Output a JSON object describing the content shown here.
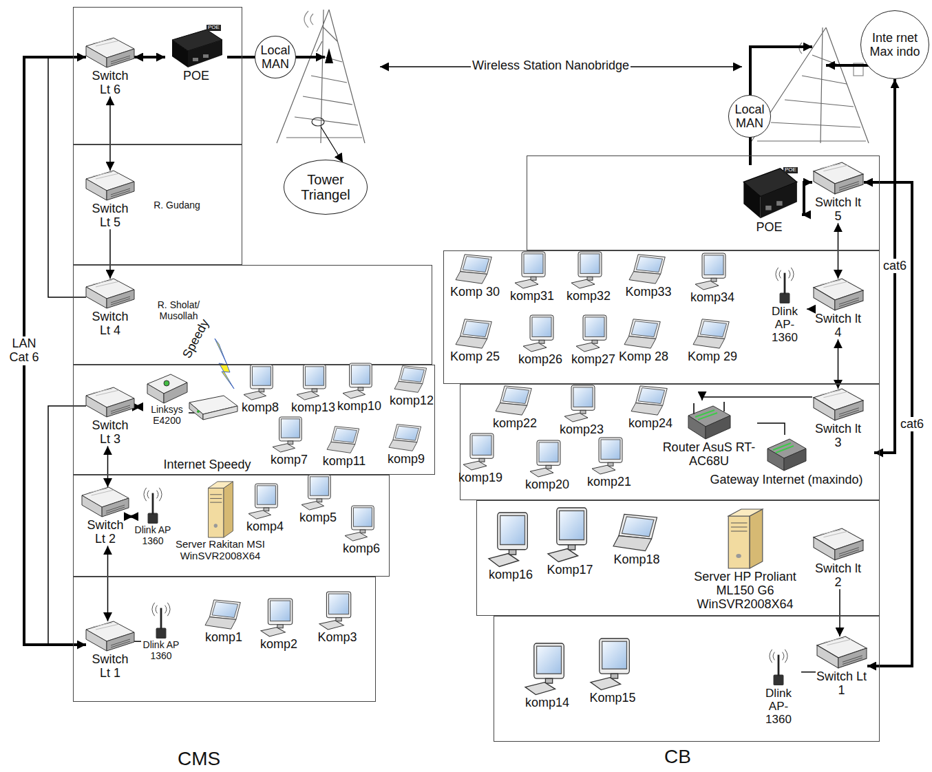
{
  "diagram": {
    "nodes": [
      {
        "text": []
      },
      {
        "text": [
          "Switch Lt 6"
        ],
        "in": 0
      },
      {
        "text": [
          "POE"
        ],
        "in": 0
      },
      {
        "text": [
          "Local MAN"
        ]
      },
      {
        "text": [
          "Tower Triangel"
        ]
      },
      {
        "text": [
          "R. Gudang"
        ]
      },
      {
        "text": [
          "Switch Lt 5"
        ],
        "in": 5
      },
      {
        "text": [
          "R. Sholat/ Musollah"
        ]
      },
      {
        "text": [
          "Switch Lt 4"
        ],
        "in": 7
      },
      {
        "text": [
          "Internet Speedy"
        ]
      },
      {
        "text": [
          "Switch Lt 3"
        ],
        "in": 9
      },
      {
        "text": [
          "Linksys E4200"
        ],
        "in": 9
      },
      {
        "text": [
          "komp8"
        ],
        "in": 9
      },
      {
        "text": [
          "komp13"
        ],
        "in": 9
      },
      {
        "text": [
          "komp10"
        ],
        "in": 9
      },
      {
        "text": [
          "komp12"
        ],
        "in": 9
      },
      {
        "text": [
          "komp7"
        ],
        "in": 9
      },
      {
        "text": [
          "komp11"
        ],
        "in": 9
      },
      {
        "text": [
          "komp9"
        ],
        "in": 9
      },
      {
        "text": []
      },
      {
        "text": [
          "Switch Lt 2"
        ],
        "in": 19
      },
      {
        "text": [
          "Dlink AP 1360"
        ],
        "in": 19
      },
      {
        "text": [
          "Server Rakitan MSI WinSVR2008X64"
        ],
        "in": 19
      },
      {
        "text": [
          "komp4"
        ],
        "in": 19
      },
      {
        "text": [
          "komp5"
        ],
        "in": 19
      },
      {
        "text": [
          "komp6"
        ],
        "in": 19
      },
      {
        "text": []
      },
      {
        "text": [
          "Switch Lt 1"
        ],
        "in": 26
      },
      {
        "text": [
          "Dlink AP 1360"
        ],
        "in": 26
      },
      {
        "text": [
          "komp1"
        ],
        "in": 26
      },
      {
        "text": [
          "komp2"
        ],
        "in": 26
      },
      {
        "text": [
          "Komp3"
        ],
        "in": 26
      },
      {
        "text": [
          "Local MAN"
        ]
      },
      {
        "text": [
          "Inte rnet Max indo"
        ]
      },
      {
        "text": []
      },
      {
        "text": [
          "POE"
        ],
        "in": 34
      },
      {
        "text": [
          "Switch lt 5"
        ],
        "in": 34
      },
      {
        "text": []
      },
      {
        "text": [
          "Komp 30"
        ],
        "in": 37
      },
      {
        "text": [
          "komp31"
        ],
        "in": 37
      },
      {
        "text": [
          "komp32"
        ],
        "in": 37
      },
      {
        "text": [
          "Komp33"
        ],
        "in": 37
      },
      {
        "text": [
          "komp34"
        ],
        "in": 37
      },
      {
        "text": [
          "Dlink AP-1360"
        ],
        "in": 37
      },
      {
        "text": [
          "Switch lt 4"
        ],
        "in": 37
      },
      {
        "text": [
          "Komp 25"
        ],
        "in": 37
      },
      {
        "text": [
          "komp26"
        ],
        "in": 37
      },
      {
        "text": [
          "komp27"
        ],
        "in": 37
      },
      {
        "text": [
          "Komp 28"
        ],
        "in": 37
      },
      {
        "text": [
          "Komp 29"
        ],
        "in": 37
      },
      {
        "text": []
      },
      {
        "text": [
          "komp22"
        ],
        "in": 50
      },
      {
        "text": [
          "komp23"
        ],
        "in": 50
      },
      {
        "text": [
          "komp24"
        ],
        "in": 50
      },
      {
        "text": [
          "komp19"
        ],
        "in": 50
      },
      {
        "text": [
          "komp20"
        ],
        "in": 50
      },
      {
        "text": [
          "komp21"
        ],
        "in": 50
      },
      {
        "text": [
          "Router AsuS RT-AC68U"
        ],
        "in": 50
      },
      {
        "text": [
          "Switch lt 3"
        ],
        "in": 50
      },
      {
        "text": [
          "Gateway Internet (maxindo)"
        ],
        "in": 50
      },
      {
        "text": []
      },
      {
        "text": [
          "komp16"
        ],
        "in": 60
      },
      {
        "text": [
          "Komp17"
        ],
        "in": 60
      },
      {
        "text": [
          "Komp18"
        ],
        "in": 60
      },
      {
        "text": [
          "Server HP Proliant ML150 G6 WinSVR2008X64"
        ],
        "in": 60
      },
      {
        "text": [
          "Switch lt 2"
        ],
        "in": 60
      },
      {
        "text": []
      },
      {
        "text": [
          "komp14"
        ],
        "in": 66
      },
      {
        "text": [
          "Komp15"
        ],
        "in": 66
      },
      {
        "text": [
          "Dlink AP-1360"
        ],
        "in": 66
      },
      {
        "text": [
          "Switch Lt 1"
        ],
        "in": 66
      }
    ],
    "edges": [
      {
        "from": 1,
        "to": 2,
        "arrow": "both"
      },
      {
        "from": 1,
        "to": 27,
        "arrow": "both",
        "label": "LAN Cat 6"
      },
      {
        "from": 1,
        "to": 8,
        "arrow": "none"
      },
      {
        "from": 1,
        "to": 6,
        "arrow": "both"
      },
      {
        "from": 6,
        "to": 8,
        "arrow": "to"
      },
      {
        "from": 11,
        "to": 10,
        "arrow": "both"
      },
      {
        "from": 10,
        "to": 20,
        "arrow": "both"
      },
      {
        "from": 20,
        "to": 27,
        "arrow": "both"
      },
      {
        "from": 10,
        "to": 27,
        "arrow": "none"
      },
      {
        "from": 20,
        "to": 21,
        "arrow": "both"
      },
      {
        "from": 27,
        "to": 28,
        "arrow": "none"
      },
      {
        "from": 35,
        "to": 36,
        "arrow": "both"
      },
      {
        "from": 36,
        "to": 44,
        "arrow": "both"
      },
      {
        "from": 44,
        "to": 58,
        "arrow": "both"
      },
      {
        "from": 44,
        "to": 43,
        "arrow": "to"
      },
      {
        "from": 58,
        "to": 57,
        "arrow": "to"
      },
      {
        "from": 57,
        "to": 59,
        "arrow": "none"
      },
      {
        "from": 33,
        "to": 59,
        "arrow": "both",
        "label": "cat6"
      },
      {
        "from": 36,
        "to": 70,
        "arrow": "both",
        "label": "cat6"
      },
      {
        "from": 65,
        "to": 70,
        "arrow": "to"
      },
      {
        "from": 70,
        "to": 69,
        "arrow": "none"
      }
    ],
    "labels": [
      "POE",
      "Speedy",
      "Wireless Station Nanobridge",
      "POE",
      "CMS",
      "CB"
    ]
  }
}
